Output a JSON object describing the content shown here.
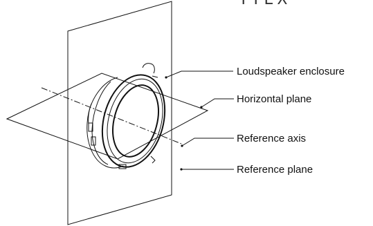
{
  "header": {
    "text": "TTEX"
  },
  "labels": {
    "enclosure": "Loudspeaker enclosure",
    "horizontal_plane": "Horizontal plane",
    "reference_axis": "Reference axis",
    "reference_plane": "Reference plane"
  }
}
